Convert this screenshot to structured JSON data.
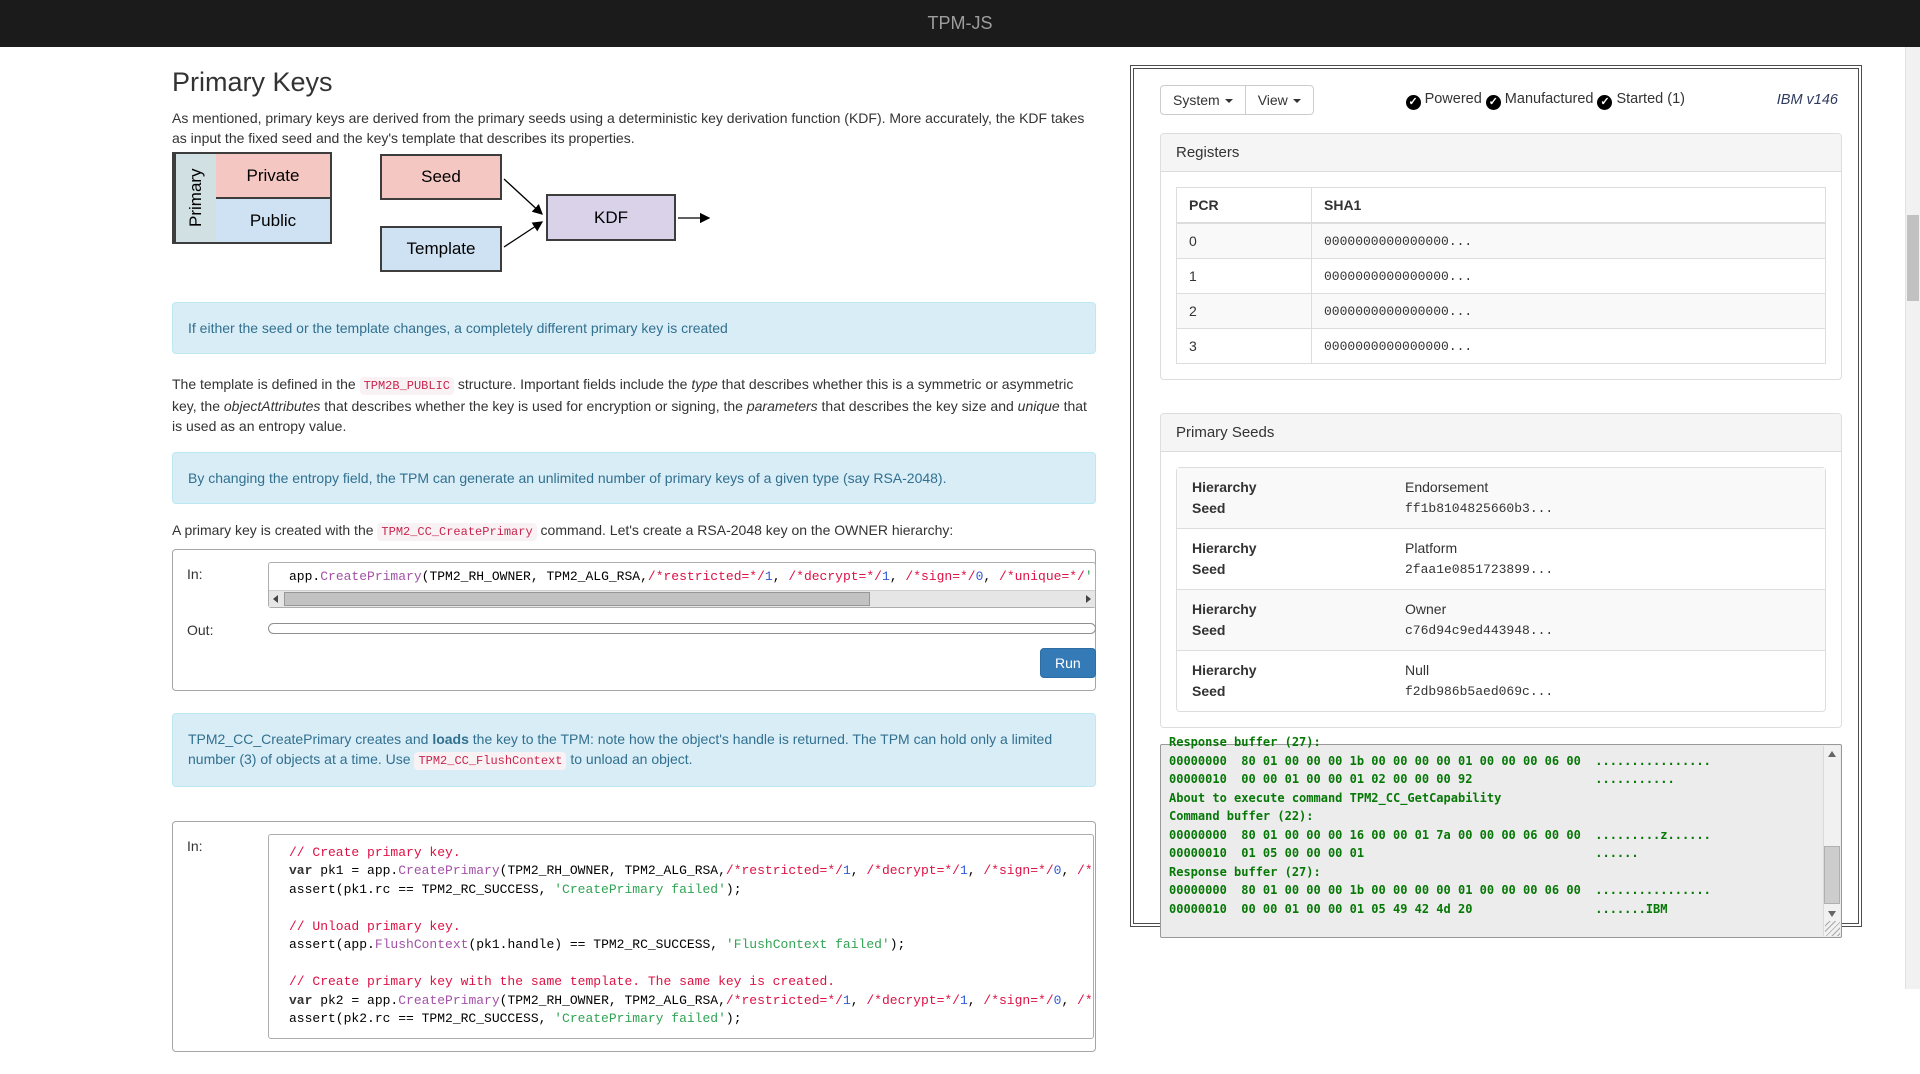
{
  "icons": {
    "check": "✓"
  },
  "header": {
    "title": "TPM-JS"
  },
  "article": {
    "title": "Primary Keys",
    "intro": "As mentioned, primary keys are derived from the primary seeds using a deterministic key derivation function (KDF). More accurately, the KDF takes as input the fixed seed and the key's template that describes its properties.",
    "diagram": {
      "seed": "Seed",
      "template": "Template",
      "kdf": "KDF",
      "primary": "Primary",
      "private": "Private",
      "public": "Public"
    },
    "alert1": "If either the seed or the template changes, a completely different primary key is created",
    "para_template": [
      [
        "p",
        "The template is defined in the "
      ],
      [
        "c",
        "TPM2B_PUBLIC"
      ],
      [
        "p",
        " structure. Important fields include the "
      ],
      [
        "e",
        "type"
      ],
      [
        "p",
        " that describes whether this is a symmetric or asymmetric key, the "
      ],
      [
        "e",
        "objectAttributes"
      ],
      [
        "p",
        " that describes whether the key is used for encryption or signing, the "
      ],
      [
        "e",
        "parameters"
      ],
      [
        "p",
        " that describes the key size and "
      ],
      [
        "e",
        "unique"
      ],
      [
        "p",
        " that is used as an entropy value."
      ]
    ],
    "alert2": "By changing the entropy field, the TPM can generate an unlimited number of primary keys of a given type (say RSA-2048).",
    "para_create": [
      [
        "p",
        "A primary key is created with the "
      ],
      [
        "c",
        "TPM2_CC_CreatePrimary"
      ],
      [
        "p",
        " command. Let's create a RSA-2048 key on the OWNER hierarchy:"
      ]
    ],
    "runbox1": {
      "in_label": "In:",
      "out_label": "Out:",
      "run_label": "Run",
      "code_lines": [
        [
          [
            "pl",
            "app."
          ],
          [
            "fn",
            "CreatePrimary"
          ],
          [
            "pl",
            "(TPM2_RH_OWNER, TPM2_ALG_RSA,"
          ],
          [
            "cm",
            "/*restricted=*/"
          ],
          [
            "nu",
            "1"
          ],
          [
            "pl",
            ", "
          ],
          [
            "cm",
            "/*decrypt=*/"
          ],
          [
            "nu",
            "1"
          ],
          [
            "pl",
            ", "
          ],
          [
            "cm",
            "/*sign=*/"
          ],
          [
            "nu",
            "0"
          ],
          [
            "pl",
            ", "
          ],
          [
            "cm",
            "/*unique=*/"
          ],
          [
            "st",
            "'"
          ]
        ]
      ]
    },
    "alert3": [
      [
        "p",
        "TPM2_CC_CreatePrimary creates and "
      ],
      [
        "b",
        "loads"
      ],
      [
        "p",
        " the key to the TPM: note how the object's handle is returned. The TPM can hold only a limited number (3) of objects at a time. Use "
      ],
      [
        "c",
        "TPM2_CC_FlushContext"
      ],
      [
        "p",
        " to unload an object."
      ]
    ],
    "runbox2": {
      "in_label": "In:",
      "code_lines": [
        [
          [
            "cm",
            "// Create primary key."
          ]
        ],
        [
          [
            "kw",
            "var"
          ],
          [
            "pl",
            " pk1 = app."
          ],
          [
            "fn",
            "CreatePrimary"
          ],
          [
            "pl",
            "(TPM2_RH_OWNER, TPM2_ALG_RSA,"
          ],
          [
            "cm",
            "/*restricted=*/"
          ],
          [
            "nu",
            "1"
          ],
          [
            "pl",
            ", "
          ],
          [
            "cm",
            "/*decrypt=*/"
          ],
          [
            "nu",
            "1"
          ],
          [
            "pl",
            ", "
          ],
          [
            "cm",
            "/*sign=*/"
          ],
          [
            "nu",
            "0"
          ],
          [
            "pl",
            ", "
          ],
          [
            "cm",
            "/*"
          ]
        ],
        [
          [
            "pl",
            "assert(pk1.rc == TPM2_RC_SUCCESS, "
          ],
          [
            "st",
            "'CreatePrimary failed'"
          ],
          [
            "pl",
            ");"
          ]
        ],
        [],
        [
          [
            "cm",
            "// Unload primary key."
          ]
        ],
        [
          [
            "pl",
            "assert(app."
          ],
          [
            "fn",
            "FlushContext"
          ],
          [
            "pl",
            "(pk1.handle) == TPM2_RC_SUCCESS, "
          ],
          [
            "st",
            "'FlushContext failed'"
          ],
          [
            "pl",
            ");"
          ]
        ],
        [],
        [
          [
            "cm",
            "// Create primary key with the same template. The same key is created."
          ]
        ],
        [
          [
            "kw",
            "var"
          ],
          [
            "pl",
            " pk2 = app."
          ],
          [
            "fn",
            "CreatePrimary"
          ],
          [
            "pl",
            "(TPM2_RH_OWNER, TPM2_ALG_RSA,"
          ],
          [
            "cm",
            "/*restricted=*/"
          ],
          [
            "nu",
            "1"
          ],
          [
            "pl",
            ", "
          ],
          [
            "cm",
            "/*decrypt=*/"
          ],
          [
            "nu",
            "1"
          ],
          [
            "pl",
            ", "
          ],
          [
            "cm",
            "/*sign=*/"
          ],
          [
            "nu",
            "0"
          ],
          [
            "pl",
            ", "
          ],
          [
            "cm",
            "/*"
          ]
        ],
        [
          [
            "pl",
            "assert(pk2.rc == TPM2_RC_SUCCESS, "
          ],
          [
            "st",
            "'CreatePrimary failed'"
          ],
          [
            "pl",
            ");"
          ]
        ]
      ]
    }
  },
  "simulator": {
    "toolbar": {
      "system": "System",
      "view": "View",
      "statuses": [
        "Powered",
        "Manufactured",
        "Started (1)"
      ],
      "version": "IBM v146"
    },
    "registers": {
      "title": "Registers",
      "columns": [
        "PCR",
        "SHA1"
      ],
      "rows": [
        [
          "0",
          "0000000000000000..."
        ],
        [
          "1",
          "0000000000000000..."
        ],
        [
          "2",
          "0000000000000000..."
        ],
        [
          "3",
          "0000000000000000..."
        ]
      ]
    },
    "seeds": {
      "title": "Primary Seeds",
      "label_hierarchy": "Hierarchy",
      "label_seed": "Seed",
      "rows": [
        {
          "hierarchy": "Endorsement",
          "seed": "ff1b8104825660b3..."
        },
        {
          "hierarchy": "Platform",
          "seed": "2faa1e0851723899..."
        },
        {
          "hierarchy": "Owner",
          "seed": "c76d94c9ed443948..."
        },
        {
          "hierarchy": "Null",
          "seed": "f2db986b5aed069c..."
        }
      ]
    },
    "console_lines": [
      "Response buffer (27):",
      "00000000  80 01 00 00 00 1b 00 00 00 00 01 00 00 00 06 00  ................",
      "00000010  00 00 01 00 00 01 02 00 00 00 92                 ...........",
      "About to execute command TPM2_CC_GetCapability",
      "Command buffer (22):",
      "00000000  80 01 00 00 00 16 00 00 01 7a 00 00 00 06 00 00  .........z......",
      "00000010  01 05 00 00 00 01                                ......",
      "Response buffer (27):",
      "00000000  80 01 00 00 00 1b 00 00 00 00 01 00 00 00 06 00  ................",
      "00000010  00 00 01 00 00 01 05 49 42 4d 20                 .......IBM "
    ]
  },
  "colors": {
    "accent_button": "#337ab7",
    "alert_bg": "#d9edf7",
    "alert_text": "#31708f",
    "console_text": "#067806",
    "diagram_pink": "#f4c7c3",
    "diagram_blue": "#cfe2f3",
    "diagram_purple": "#d9d2e9",
    "diagram_teal": "#d0e0e3"
  }
}
